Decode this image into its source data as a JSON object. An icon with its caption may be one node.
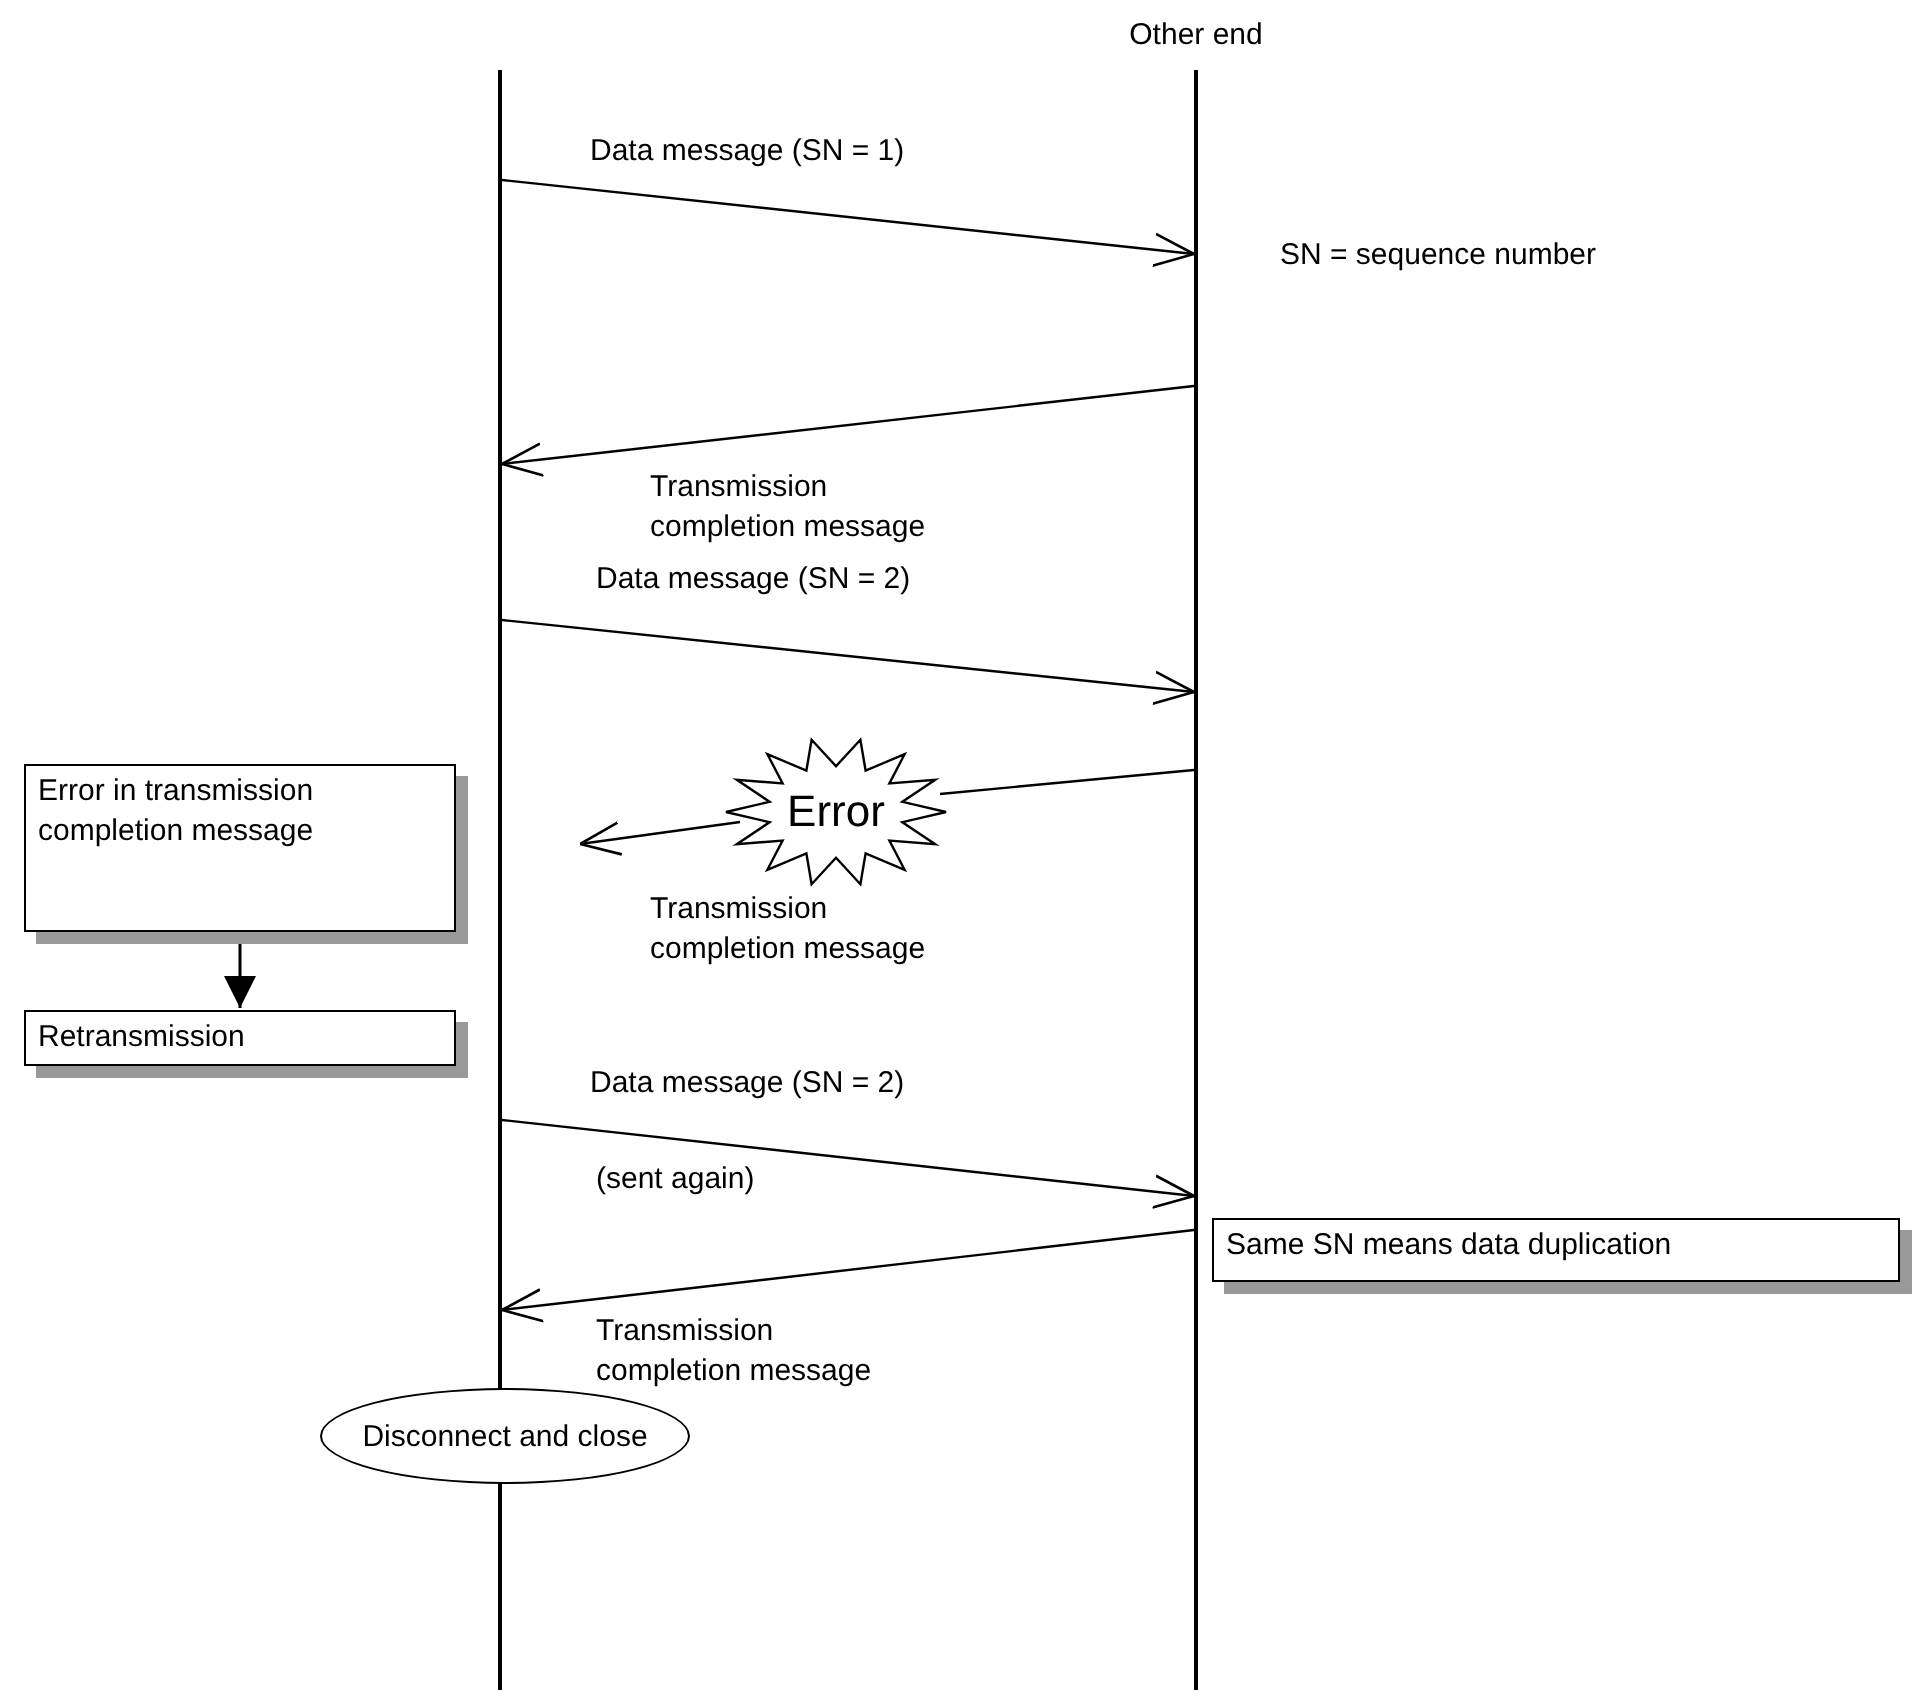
{
  "diagram": {
    "nodes": [
      {
        "text": [],
        "shape": "bar"
      },
      {
        "text": [
          "Other end"
        ]
      },
      {
        "text": [
          "Error"
        ]
      },
      {
        "text": [
          "Error in transmission completion message"
        ]
      },
      {
        "text": [
          "Retransmission"
        ]
      },
      {
        "text": [
          "Same SN means data duplication"
        ]
      },
      {
        "text": [
          "Disconnect and close"
        ]
      }
    ],
    "edges": [
      {
        "from": 0,
        "to": 1,
        "arrow": "to",
        "label": "Data message (SN = 1)"
      },
      {
        "from": 1,
        "to": 0,
        "arrow": "to",
        "label": "Transmission completion message"
      },
      {
        "from": 0,
        "to": 1,
        "arrow": "to",
        "label": "Data message (SN = 2)"
      },
      {
        "from": 1,
        "to": 2,
        "arrow": "none"
      },
      {
        "from": 2,
        "to": null,
        "arrow": "to",
        "label": "Transmission completion message"
      },
      {
        "from": 3,
        "to": 4,
        "arrow": "to"
      },
      {
        "from": 0,
        "to": 1,
        "arrow": "to",
        "label": "Data message (SN = 2)"
      },
      {
        "from": 1,
        "to": 0,
        "arrow": "to",
        "label": "Transmission completion message"
      }
    ],
    "labels": [
      "SN = sequence number",
      "(sent again)"
    ]
  }
}
